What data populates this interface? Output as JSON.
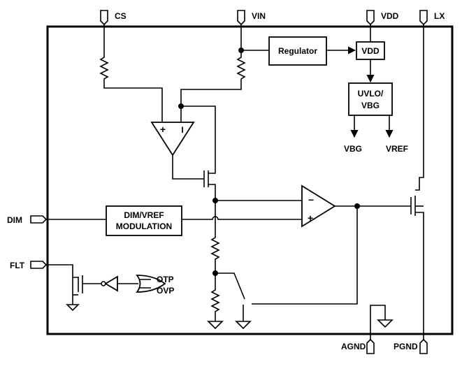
{
  "pins": {
    "cs": "CS",
    "vin": "VIN",
    "vdd": "VDD",
    "lx": "LX",
    "dim": "DIM",
    "flt": "FLT",
    "agnd": "AGND",
    "pgnd": "PGND"
  },
  "blocks": {
    "regulator": "Regulator",
    "vdd": "VDD",
    "uvlo_line1": "UVLO/",
    "uvlo_line2": "VBG",
    "dim_line1": "DIM/VREF",
    "dim_line2": "MODULATION"
  },
  "signals": {
    "vbg": "VBG",
    "vref": "VREF",
    "otp": "OTP",
    "ovp": "OVP"
  },
  "symbols": {
    "plus": "+",
    "minus": "−",
    "bar": "I"
  }
}
